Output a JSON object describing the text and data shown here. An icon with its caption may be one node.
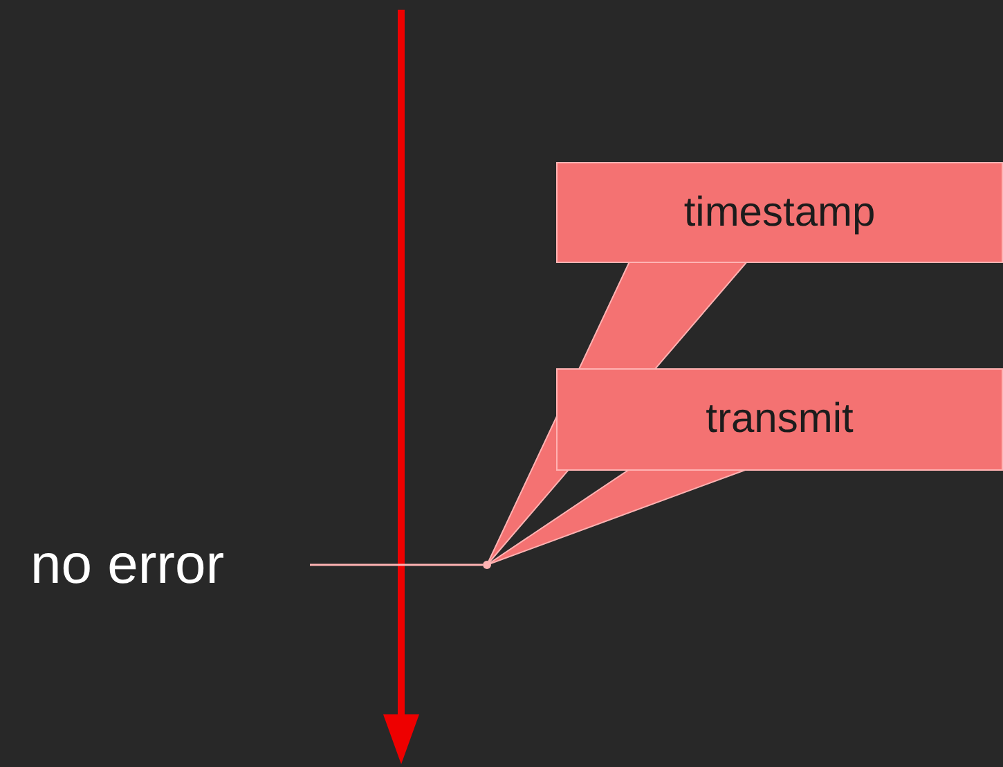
{
  "diagram": {
    "nodes": [
      {
        "text": [
          "timestamp"
        ]
      },
      {
        "text": [
          "transmit"
        ]
      },
      {
        "text": [
          "no error"
        ]
      },
      {
        "text": [],
        "shape": "point"
      }
    ],
    "edges": [
      {
        "from": 0,
        "to": 3,
        "arrow": "none"
      },
      {
        "from": 1,
        "to": 3,
        "arrow": "none"
      },
      {
        "from": 2,
        "to": 3,
        "arrow": "none"
      }
    ]
  }
}
